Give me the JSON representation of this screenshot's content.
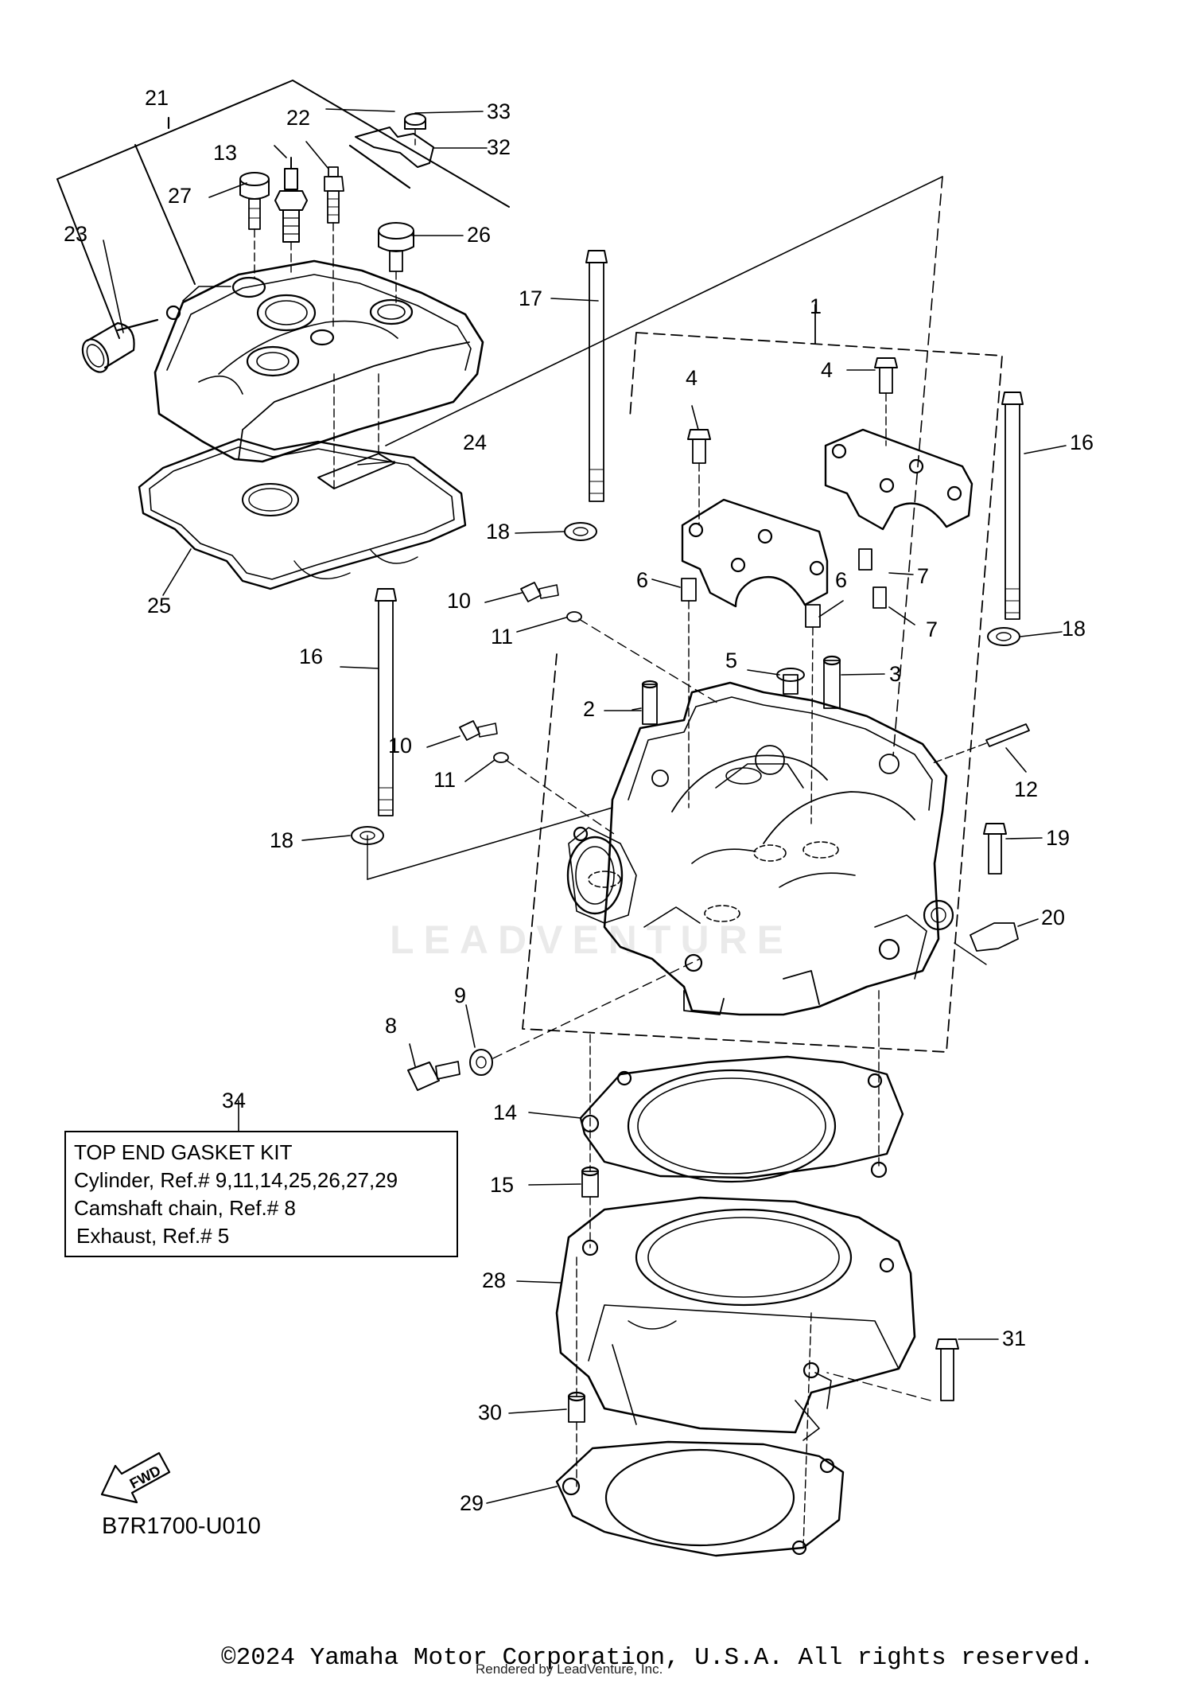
{
  "callouts": [
    {
      "id": "1",
      "label": "1"
    },
    {
      "id": "2",
      "label": "2"
    },
    {
      "id": "3",
      "label": "3"
    },
    {
      "id": "4a",
      "label": "4"
    },
    {
      "id": "4b",
      "label": "4"
    },
    {
      "id": "5",
      "label": "5"
    },
    {
      "id": "6a",
      "label": "6"
    },
    {
      "id": "6b",
      "label": "6"
    },
    {
      "id": "7a",
      "label": "7"
    },
    {
      "id": "7b",
      "label": "7"
    },
    {
      "id": "8",
      "label": "8"
    },
    {
      "id": "9",
      "label": "9"
    },
    {
      "id": "10a",
      "label": "10"
    },
    {
      "id": "10b",
      "label": "10"
    },
    {
      "id": "11a",
      "label": "11"
    },
    {
      "id": "11b",
      "label": "11"
    },
    {
      "id": "12",
      "label": "12"
    },
    {
      "id": "13",
      "label": "13"
    },
    {
      "id": "14",
      "label": "14"
    },
    {
      "id": "15",
      "label": "15"
    },
    {
      "id": "16a",
      "label": "16"
    },
    {
      "id": "16b",
      "label": "16"
    },
    {
      "id": "17",
      "label": "17"
    },
    {
      "id": "18a",
      "label": "18"
    },
    {
      "id": "18b",
      "label": "18"
    },
    {
      "id": "18c",
      "label": "18"
    },
    {
      "id": "19",
      "label": "19"
    },
    {
      "id": "20",
      "label": "20"
    },
    {
      "id": "21",
      "label": "21"
    },
    {
      "id": "22",
      "label": "22"
    },
    {
      "id": "23",
      "label": "23"
    },
    {
      "id": "24",
      "label": "24"
    },
    {
      "id": "25",
      "label": "25"
    },
    {
      "id": "26",
      "label": "26"
    },
    {
      "id": "27",
      "label": "27"
    },
    {
      "id": "28",
      "label": "28"
    },
    {
      "id": "29",
      "label": "29"
    },
    {
      "id": "30",
      "label": "30"
    },
    {
      "id": "31",
      "label": "31"
    },
    {
      "id": "32",
      "label": "32"
    },
    {
      "id": "33",
      "label": "33"
    },
    {
      "id": "34",
      "label": "34"
    }
  ],
  "kit_box": {
    "title": "TOP END GASKET KIT",
    "lines": [
      "Cylinder, Ref.# 9,11,14,25,26,27,29",
      "Camshaft chain, Ref.# 8",
      "Exhaust, Ref.# 5"
    ]
  },
  "fwd_label": "FWD",
  "diagram_code": "B7R1700-U010",
  "watermark": "LEADVENTURE",
  "copyright": "©2024 Yamaha Motor Corporation, U.S.A. All rights reserved.",
  "rendered_by": "Rendered by LeadVenture, Inc."
}
